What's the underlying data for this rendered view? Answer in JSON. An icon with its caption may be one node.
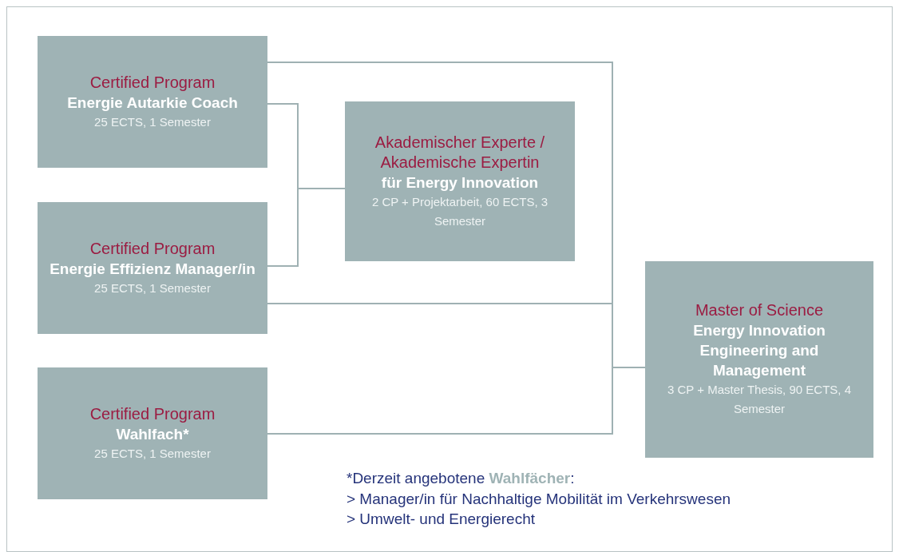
{
  "diagram": {
    "nodes": [
      {
        "text": [
          "Certified Program",
          "Energie Autarkie Coach",
          "25 ECTS, 1 Semester"
        ]
      },
      {
        "text": [
          "Certified Program",
          "Energie Effizienz Manager/in",
          "25 ECTS, 1 Semester"
        ]
      },
      {
        "text": [
          "Certified Program",
          "Wahlfach*",
          "25 ECTS, 1 Semester"
        ]
      },
      {
        "text": [
          "Akademischer Experte / Akademische Expertin",
          "für Energy Innovation",
          "2 CP + Projektarbeit, 60 ECTS, 3 Semester"
        ]
      },
      {
        "text": [
          "Master of Science",
          "Energy Innovation Engineering and Management",
          "3 CP + Master Thesis, 90 ECTS, 4 Semester"
        ]
      }
    ],
    "edges": [
      {
        "from": 0,
        "to": 3,
        "arrow": "none"
      },
      {
        "from": 1,
        "to": 3,
        "arrow": "none"
      },
      {
        "from": 0,
        "to": 4,
        "arrow": "none"
      },
      {
        "from": 1,
        "to": 4,
        "arrow": "none"
      },
      {
        "from": 2,
        "to": 4,
        "arrow": "none"
      }
    ],
    "labels": [
      "*Derzeit angebotene **Wahlfächer**:",
      "> Manager/in für Nachhaltige Mobilität im Verkehrswesen",
      "> Umwelt- und Energierecht"
    ]
  }
}
